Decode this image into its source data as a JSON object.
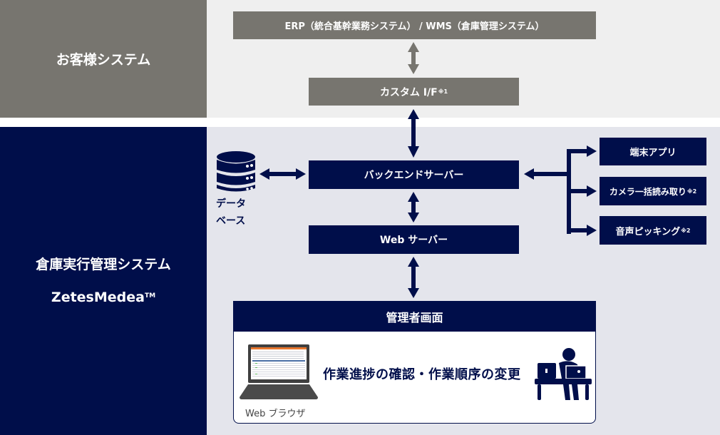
{
  "customer_section": {
    "label": "お客様システム",
    "erp_box": "ERP（統合基幹業務システム） / WMS（倉庫管理システム）",
    "custom_if_box": "カスタム I/F",
    "custom_if_note": "※1"
  },
  "wes_section": {
    "label_line1": "倉庫実行管理システム",
    "label_line2": "ZetesMedea",
    "trademark": "TM",
    "database_label_line1": "データ",
    "database_label_line2": "ベース",
    "backend_server": "バックエンドサーバー",
    "web_server": "Web サーバー",
    "devices": [
      {
        "label": "端末アプリ",
        "note": ""
      },
      {
        "label": "カメラ一括読み取り",
        "note": "※2"
      },
      {
        "label": "音声ピッキング",
        "note": "※2"
      }
    ],
    "admin_panel": {
      "title": "管理者画面",
      "description": "作業進捗の確認・作業順序の変更",
      "browser_label": "Web ブラウザ"
    }
  },
  "colors": {
    "navy": "#000e4a",
    "gray": "#77756f",
    "top_bg": "#efefef",
    "bottom_bg": "#e4e5ec"
  }
}
